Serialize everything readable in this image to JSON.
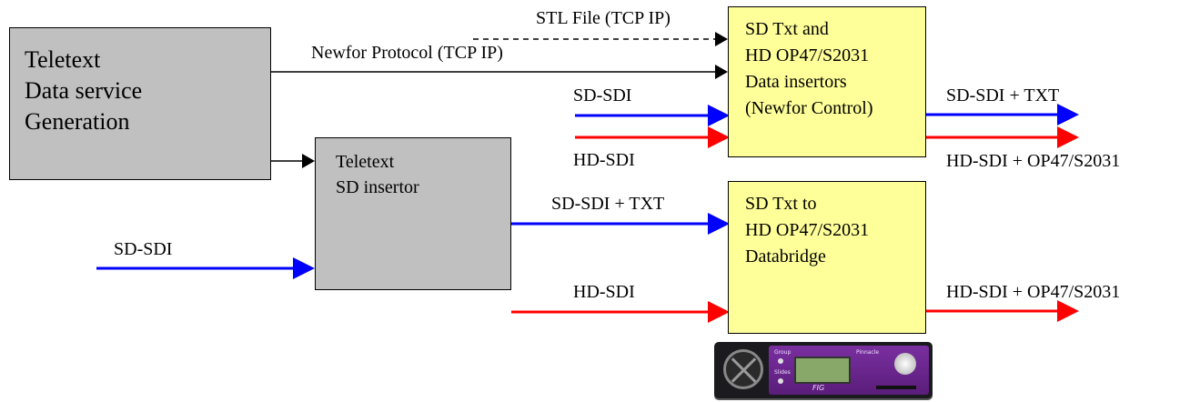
{
  "boxes": {
    "generation": {
      "lines": [
        "Teletext",
        "Data service",
        "Generation"
      ],
      "fill": "#c0c0c0"
    },
    "sd_insertor": {
      "lines": [
        "Teletext",
        "SD insertor"
      ],
      "fill": "#c0c0c0"
    },
    "data_insertors": {
      "lines": [
        "SD Txt and",
        "HD OP47/S2031",
        "Data insertors",
        "(Newfor Control)"
      ],
      "fill": "#ffff99"
    },
    "databridge": {
      "lines": [
        "SD Txt to",
        "HD OP47/S2031",
        "Databridge"
      ],
      "fill": "#ffff99"
    }
  },
  "labels": {
    "stl_file": "STL File (TCP IP)",
    "newfor": "Newfor Protocol (TCP IP)",
    "sd_sdi_in_top": "SD-SDI",
    "hd_sdi_in_top": "HD-SDI",
    "sd_sdi_txt_out_top": "SD-SDI + TXT",
    "hd_sdi_op47_out_top": "HD-SDI + OP47/S2031",
    "sd_sdi_txt_mid": "SD-SDI + TXT",
    "sd_sdi_in_left": "SD-SDI",
    "hd_sdi_in_bottom": "HD-SDI",
    "hd_sdi_op47_out_bottom": "HD-SDI + OP47/S2031"
  },
  "device": {
    "brand": "Pinnacle",
    "model": "FIG",
    "buttons": [
      "Group",
      "Slides"
    ]
  },
  "colors": {
    "sd_signal": "#0000ff",
    "hd_signal": "#ff0000",
    "control": "#000000"
  }
}
